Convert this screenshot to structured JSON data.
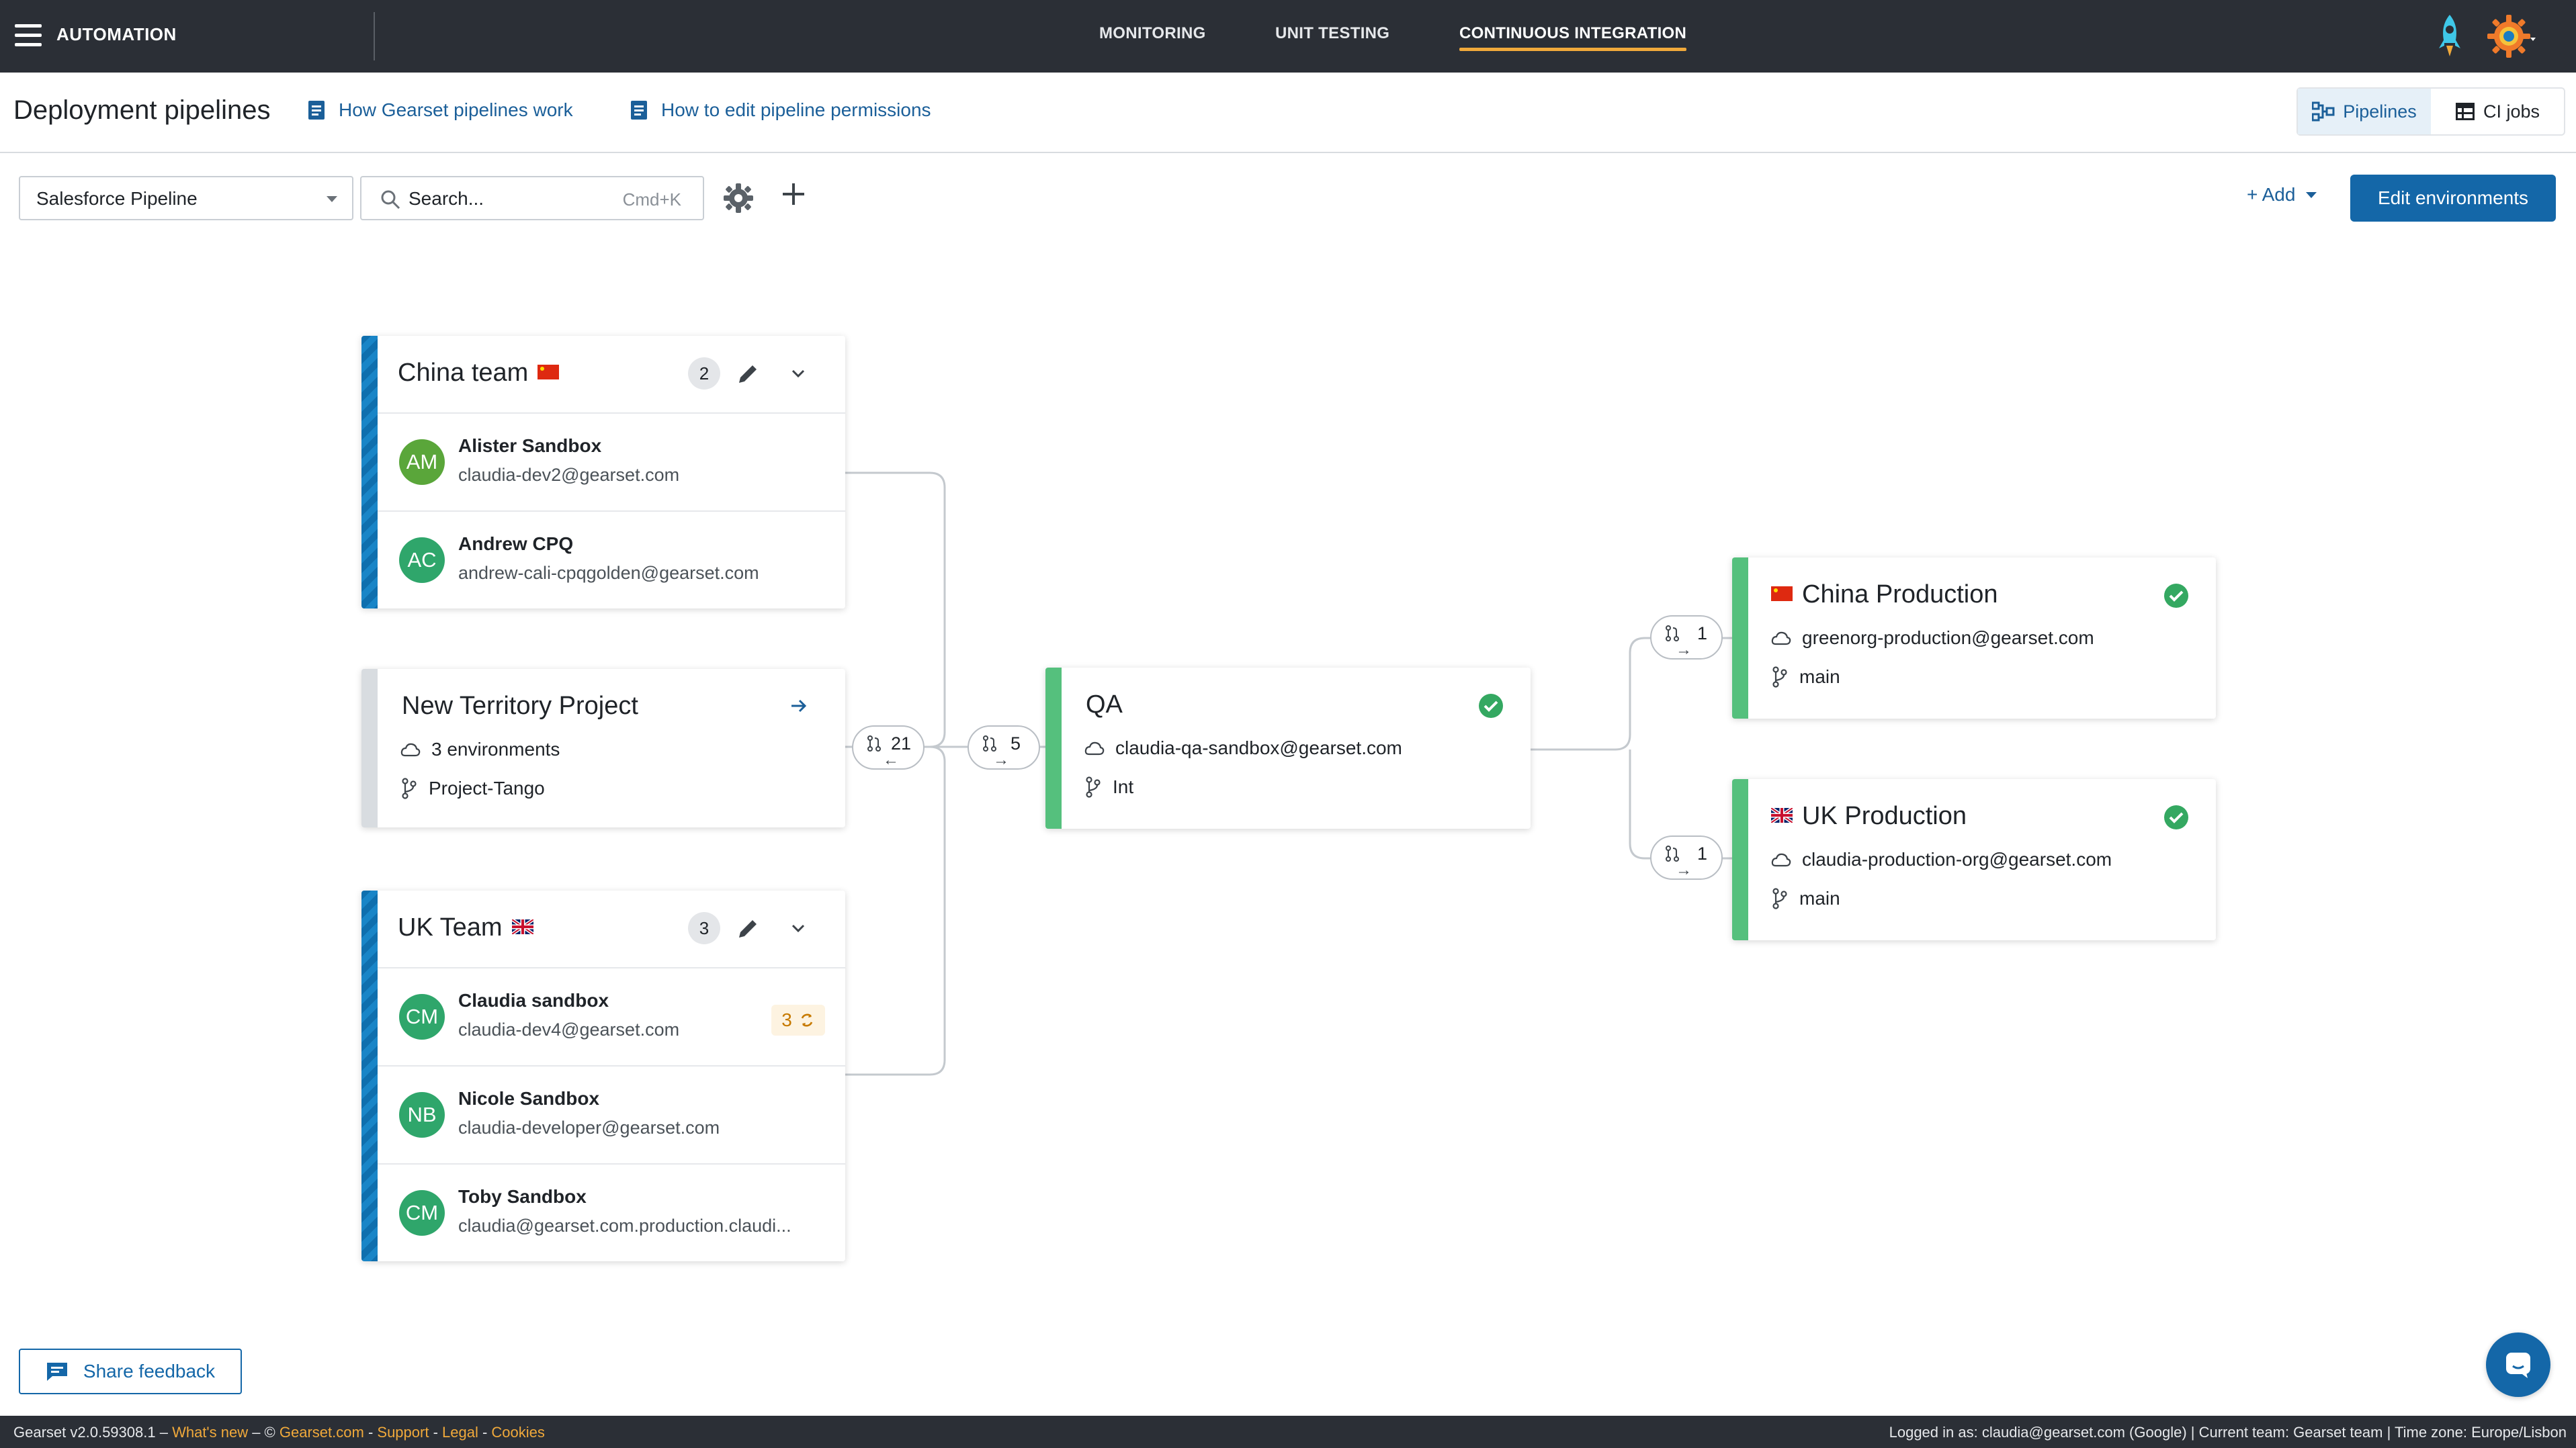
{
  "nav": {
    "app_name": "AUTOMATION",
    "tabs": [
      {
        "label": "MONITORING"
      },
      {
        "label": "UNIT TESTING"
      },
      {
        "label": "CONTINUOUS INTEGRATION",
        "active": true
      }
    ]
  },
  "header": {
    "title": "Deployment pipelines",
    "links": [
      {
        "label": "How Gearset pipelines work"
      },
      {
        "label": "How to edit pipeline permissions"
      }
    ],
    "view_toggle": {
      "pipelines": "Pipelines",
      "ci_jobs": "CI jobs",
      "active": "Pipelines"
    }
  },
  "toolbar": {
    "pipeline_select": "Salesforce Pipeline",
    "search_placeholder": "Search...",
    "search_shortcut": "Cmd+K",
    "add_label": "+ Add",
    "edit_environments_label": "Edit environments"
  },
  "groups": [
    {
      "title": "China team",
      "flag": "cn",
      "count": "2",
      "members": [
        {
          "initials": "AM",
          "name": "Alister Sandbox",
          "email": "claudia-dev2@gearset.com",
          "color": "#5aa63a"
        },
        {
          "initials": "AC",
          "name": "Andrew CPQ",
          "email": "andrew-cali-cpqgolden@gearset.com",
          "color": "#2fa66b"
        }
      ]
    },
    {
      "title": "UK Team",
      "flag": "uk",
      "count": "3",
      "members": [
        {
          "initials": "CM",
          "name": "Claudia sandbox",
          "email": "claudia-dev4@gearset.com",
          "color": "#2fa66b",
          "sync_count": "3"
        },
        {
          "initials": "NB",
          "name": "Nicole Sandbox",
          "email": "claudia-developer@gearset.com",
          "color": "#2fa66b"
        },
        {
          "initials": "CM",
          "name": "Toby Sandbox",
          "email": "claudia@gearset.com.production.claudi...",
          "color": "#2fa66b"
        }
      ]
    }
  ],
  "project": {
    "title": "New Territory Project",
    "environments": "3 environments",
    "branch": "Project-Tango"
  },
  "qa": {
    "title": "QA",
    "org": "claudia-qa-sandbox@gearset.com",
    "branch": "Int"
  },
  "productions": [
    {
      "title": "China Production",
      "flag": "cn",
      "org": "greenorg-production@gearset.com",
      "branch": "main"
    },
    {
      "title": "UK Production",
      "flag": "uk",
      "org": "claudia-production-org@gearset.com",
      "branch": "main"
    }
  ],
  "pills": {
    "project_to_qa": {
      "count": "21",
      "dir": "←"
    },
    "qa_incoming": {
      "count": "5",
      "dir": "→"
    },
    "to_china": {
      "count": "1",
      "dir": "→"
    },
    "to_uk": {
      "count": "1",
      "dir": "→"
    }
  },
  "feedback_label": "Share feedback",
  "footer": {
    "version": "Gearset v2.0.59308.1 – ",
    "whats_new": "What's new",
    "sep1": " – © ",
    "gearset_link": "Gearset.com",
    "sep2": " - ",
    "support": "Support",
    "sep3": " - ",
    "legal": "Legal",
    "sep4": " - ",
    "cookies": "Cookies",
    "right": "Logged in as: claudia@gearset.com (Google) | Current team: Gearset team | Time zone: Europe/Lisbon"
  },
  "colors": {
    "primary": "#1467a8",
    "accent": "#f0a93b",
    "success": "#55c07d",
    "nav_bg": "#2b2f36"
  }
}
